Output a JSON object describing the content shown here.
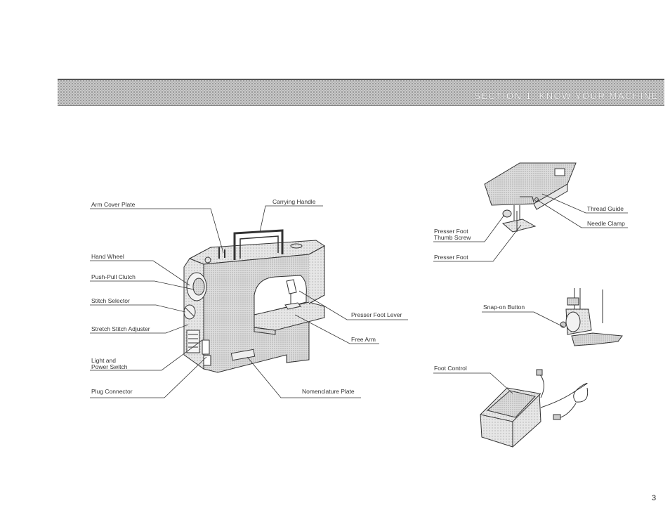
{
  "header": {
    "title": "SECTION 1.  KNOW YOUR MACHINE"
  },
  "labels": {
    "arm_cover_plate": "Arm Cover Plate",
    "carrying_handle": "Carrying Handle",
    "hand_wheel": "Hand Wheel",
    "push_pull_clutch": "Push-Pull Clutch",
    "stitch_selector": "Stitch Selector",
    "stretch_stitch_adjuster": "Stretch Stitch Adjuster",
    "light_and_power_switch_line1": "Light and",
    "light_and_power_switch_line2": "Power Switch",
    "plug_connector": "Plug Connector",
    "nomenclature_plate": "Nomenclature Plate",
    "free_arm": "Free Arm",
    "presser_foot_lever": "Presser Foot Lever",
    "thread_guide": "Thread Guide",
    "needle_clamp": "Needle Clamp",
    "presser_foot_thumb_screw_line1": "Presser Foot",
    "presser_foot_thumb_screw_line2": "Thumb Screw",
    "presser_foot": "Presser Foot",
    "snap_on_button": "Snap-on Button",
    "foot_control": "Foot Control"
  },
  "footer": {
    "page_number": "3"
  }
}
